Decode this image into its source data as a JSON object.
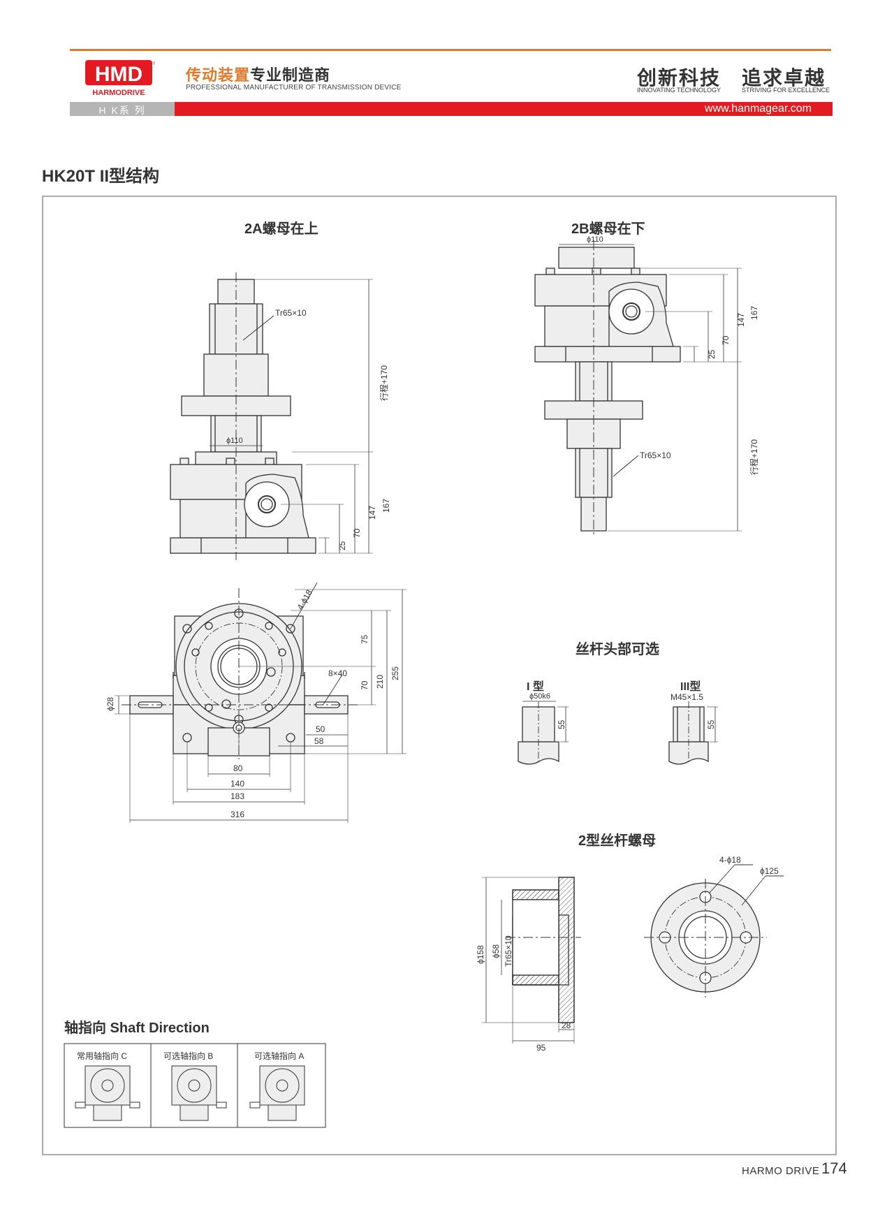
{
  "header": {
    "logo_mark": "HMD",
    "logo_name": "HARMODRIVE",
    "brand_cn_orange": "传动装置",
    "brand_cn_dark": "专业制造商",
    "brand_en": "PROFESSIONAL MANUFACTURER OF TRANSMISSION DEVICE",
    "slogan1_cn": "创新科技",
    "slogan1_en": "INNOVATING TECHNOLOGY",
    "slogan2_cn": "追求卓越",
    "slogan2_en": "STRIVING FOR EXCELLENCE",
    "series": "H K系 列",
    "website": "www.hanmagear.com"
  },
  "page_title": "HK20T II型结构",
  "sections": {
    "view_2a": "2A螺母在上",
    "view_2b": "2B螺母在下",
    "screw_head": "丝杆头部可选",
    "type_1": "I 型",
    "type_3": "III型",
    "nut": "2型丝杆螺母",
    "shaft_direction": "轴指向 Shaft Direction"
  },
  "dims": {
    "thread": "Tr65×10",
    "phi110": "ϕ110",
    "stroke": "行程+170",
    "d167": "167",
    "d147": "147",
    "d70": "70",
    "d25": "25",
    "holes_4_18": "4-ϕ18",
    "key_8x40": "8×40",
    "phi28": "ϕ28",
    "d75": "75",
    "d210": "210",
    "d255": "255",
    "d50": "50",
    "d58": "58",
    "d80": "80",
    "d140": "140",
    "d183": "183",
    "d316": "316",
    "phi50k6": "ϕ50k6",
    "m45": "M45×1.5",
    "d55": "55",
    "phi158": "ϕ158",
    "phi58": "ϕ58",
    "nut_holes": "4-ϕ18",
    "phi125": "ϕ125",
    "d95": "95",
    "d28": "28"
  },
  "shaft_table": [
    "常用轴指向 C",
    "可选轴指向 B",
    "可选轴指向 A"
  ],
  "footer": {
    "brand": "HARMO DRIVE",
    "page": "174"
  },
  "colors": {
    "orange": "#e07a2b",
    "red": "#e21b22",
    "gray_bar": "#b5b5b5",
    "part_fill": "#eeeeee"
  }
}
